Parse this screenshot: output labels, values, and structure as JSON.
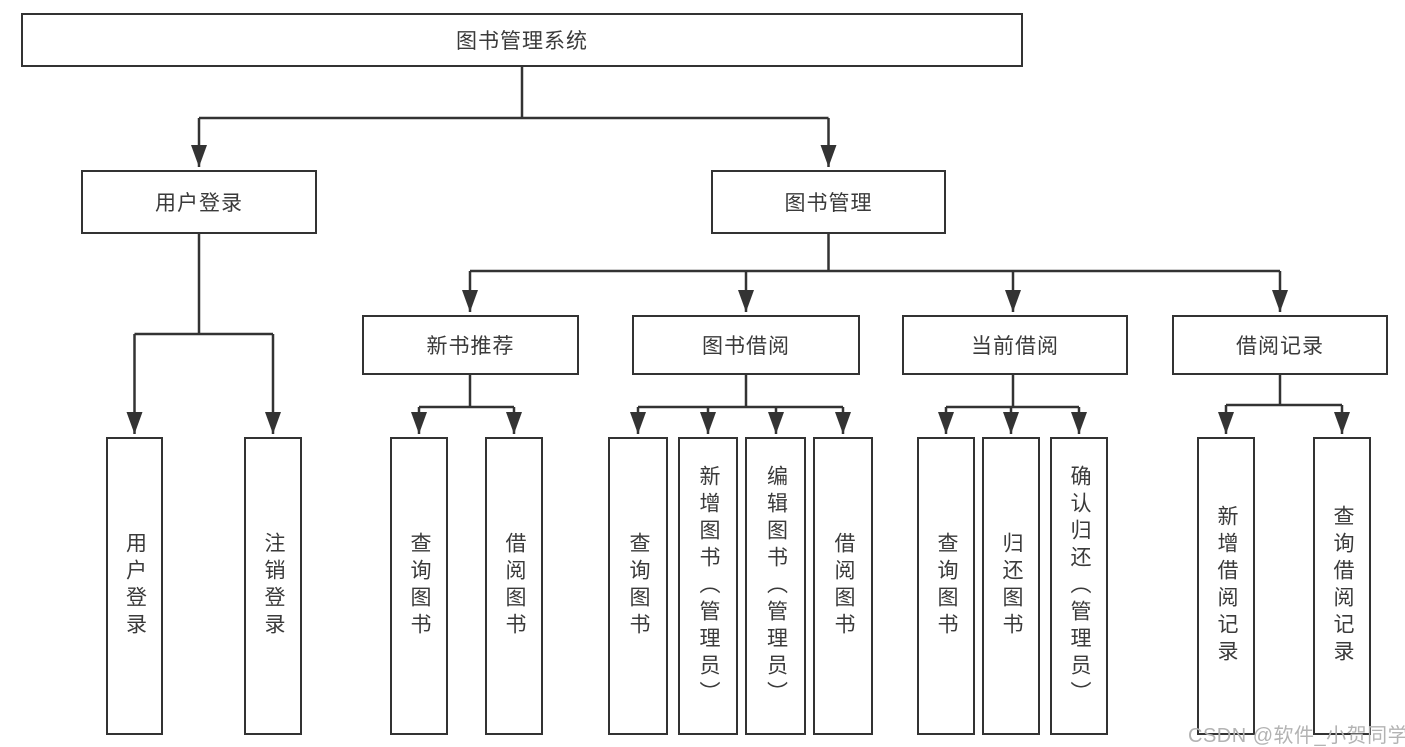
{
  "diagram": {
    "root": {
      "label": "图书管理系统"
    },
    "level2": [
      {
        "label": "用户登录",
        "children": [
          {
            "label": "用户登录"
          },
          {
            "label": "注销登录"
          }
        ]
      },
      {
        "label": "图书管理",
        "children": [
          {
            "label": "新书推荐",
            "children": [
              {
                "label": "查询图书"
              },
              {
                "label": "借阅图书"
              }
            ]
          },
          {
            "label": "图书借阅",
            "children": [
              {
                "label": "查询图书"
              },
              {
                "label": "新增图书（管理员）"
              },
              {
                "label": "编辑图书（管理员）"
              },
              {
                "label": "借阅图书"
              }
            ]
          },
          {
            "label": "当前借阅",
            "children": [
              {
                "label": "查询图书"
              },
              {
                "label": "归还图书"
              },
              {
                "label": "确认归还（管理员）"
              }
            ]
          },
          {
            "label": "借阅记录",
            "children": [
              {
                "label": "新增借阅记录"
              },
              {
                "label": "查询借阅记录"
              }
            ]
          }
        ]
      }
    ]
  },
  "watermark": {
    "text": "CSDN @软件_小贺同学"
  },
  "colors": {
    "line": "#333333",
    "border": "#333333",
    "text": "#3a3a3a",
    "watermark": "#b3b3b3",
    "background": "#ffffff"
  }
}
